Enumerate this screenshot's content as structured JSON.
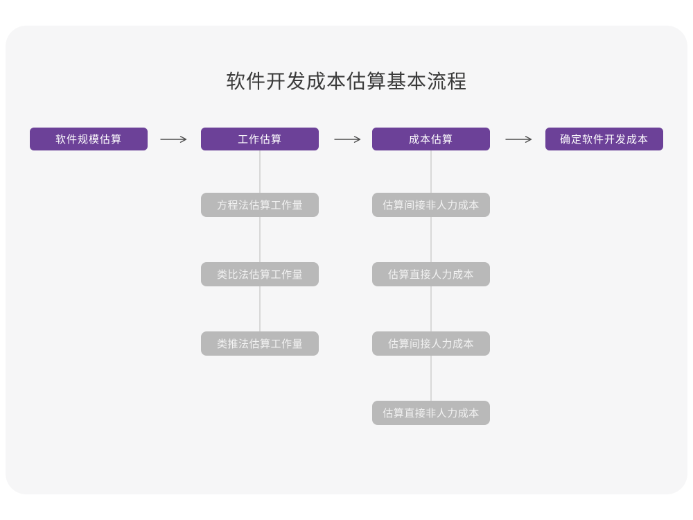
{
  "title": "软件开发成本估算基本流程",
  "colors": {
    "page_bg": "#ffffff",
    "card_bg": "#f6f6f7",
    "primary_purple": "#6c4198",
    "sub_box_gray": "#b9b9b9",
    "connector_gray": "#d8d8d8",
    "arrow_gray": "#4d4d4d",
    "title_text": "#3a3a3a",
    "main_box_text": "#ffffff",
    "sub_box_text": "#f2f2f2"
  },
  "flow": {
    "main_steps": [
      {
        "label": "软件规模估算"
      },
      {
        "label": "工作估算"
      },
      {
        "label": "成本估算"
      },
      {
        "label": "确定软件开发成本"
      }
    ],
    "work_estimation_methods": [
      {
        "label": "方程法估算工作量"
      },
      {
        "label": "类比法估算工作量"
      },
      {
        "label": "类推法估算工作量"
      }
    ],
    "cost_estimation_steps": [
      {
        "label": "估算间接非人力成本"
      },
      {
        "label": "估算直接人力成本"
      },
      {
        "label": "估算间接人力成本"
      },
      {
        "label": "估算直接非人力成本"
      }
    ]
  }
}
